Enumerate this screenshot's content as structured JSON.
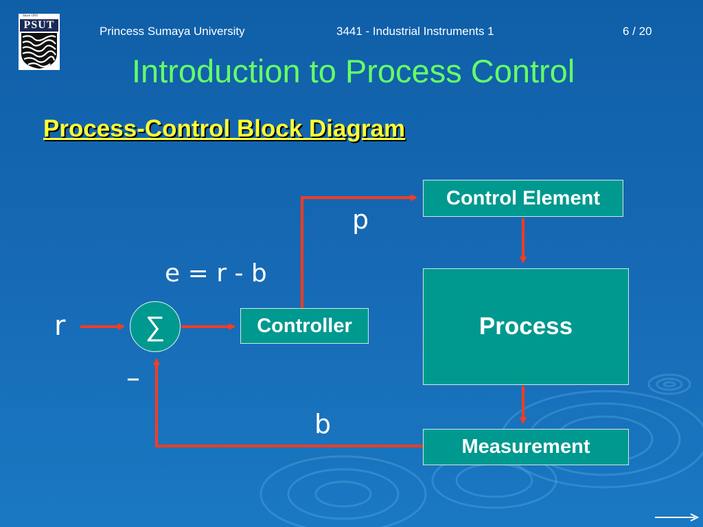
{
  "header": {
    "university": "Princess Sumaya University",
    "course": "3441 - Industrial Instruments 1",
    "page": "6 / 20"
  },
  "logo": {
    "since": "Since 1991",
    "mark": "PSUT"
  },
  "slide": {
    "title": "Introduction to Process Control",
    "subtitle": "Process-Control Block Diagram"
  },
  "diagram": {
    "blocks": {
      "control_element": "Control Element",
      "process": "Process",
      "measurement": "Measurement",
      "controller": "Controller"
    },
    "summing_junction": "∑",
    "labels": {
      "setpoint": "r",
      "error": "e = r - b",
      "controller_output": "p",
      "feedback": "b",
      "negative_sign": "–"
    }
  },
  "colors": {
    "title": "#66ff66",
    "subtitle": "#ffff33",
    "block_fill": "#00998f",
    "arrow": "#ff3b1f"
  },
  "icons": {
    "next": "right-arrow-icon",
    "logo_art": "maze-logo-icon"
  }
}
